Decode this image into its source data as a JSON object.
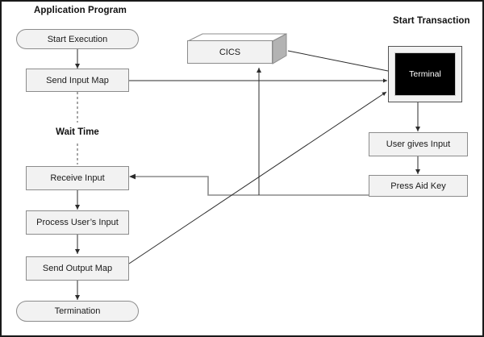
{
  "diagram": {
    "title_left": "Application Program",
    "title_right": "Start Transaction",
    "wait_label": "Wait Time",
    "border_color": "#1a1a1a",
    "box_fill": "#f2f2f2",
    "box_stroke": "#8c8c8c",
    "line_color": "#595959",
    "terminal_screen_color": "#000000"
  },
  "nodes": {
    "start_execution": "Start Execution",
    "send_input_map": "Send Input Map",
    "receive_input": "Receive Input",
    "process_user_input": "Process User’s Input",
    "send_output_map": "Send Output Map",
    "termination": "Termination",
    "cics": "CICS",
    "terminal": "Terminal",
    "user_gives_input": "User gives Input",
    "press_aid_key": "Press Aid Key"
  },
  "edges": [
    {
      "from": "start_execution",
      "to": "send_input_map",
      "style": "solid-arrow"
    },
    {
      "from": "send_input_map",
      "to": "receive_input",
      "style": "dotted-wait"
    },
    {
      "from": "send_input_map",
      "to": "terminal",
      "style": "solid-arrow"
    },
    {
      "from": "terminal",
      "to": "user_gives_input",
      "style": "solid-arrow"
    },
    {
      "from": "user_gives_input",
      "to": "press_aid_key",
      "style": "solid-arrow"
    },
    {
      "from": "press_aid_key",
      "to": "receive_input",
      "style": "elbow-arrow"
    },
    {
      "from": "press_aid_key_path",
      "to": "cics",
      "style": "solid-arrow"
    },
    {
      "from": "cics",
      "to": "terminal",
      "style": "solid-line"
    },
    {
      "from": "receive_input",
      "to": "process_user_input",
      "style": "solid-arrow"
    },
    {
      "from": "process_user_input",
      "to": "send_output_map",
      "style": "solid-arrow"
    },
    {
      "from": "send_output_map",
      "to": "termination",
      "style": "solid-arrow"
    },
    {
      "from": "send_output_map",
      "to": "terminal",
      "style": "diagonal-arrow"
    }
  ]
}
